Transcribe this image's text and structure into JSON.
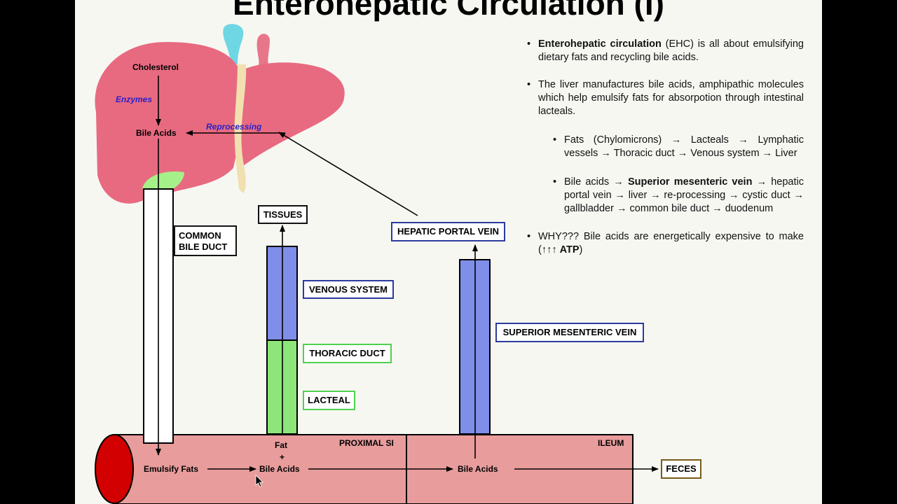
{
  "title": "Enterohepatic Circulation (I)",
  "liver": {
    "cholesterol": "Cholesterol",
    "enzymes": "Enzymes",
    "bile_acids": "Bile Acids",
    "reprocessing": "Reprocessing"
  },
  "labels": {
    "common_bile_duct": "COMMON BILE DUCT",
    "tissues": "TISSUES",
    "venous_system": "VENOUS SYSTEM",
    "thoracic_duct": "THORACIC DUCT",
    "lacteal": "LACTEAL",
    "hepatic_portal_vein": "HEPATIC PORTAL VEIN",
    "superior_mesenteric_vein": "SUPERIOR MESENTERIC VEIN",
    "feces": "FECES"
  },
  "intestine": {
    "proximal_si": "PROXIMAL SI",
    "ileum": "ILEUM",
    "emulsify_fats": "Emulsify Fats",
    "fat": "Fat",
    "plus": "+",
    "bile_acids_1": "Bile Acids",
    "bile_acids_2": "Bile Acids"
  },
  "colors": {
    "liver": "#e86a80",
    "intestine": "#e89c9c",
    "intestine_end": "#d20000",
    "venous": "#7f8ee8",
    "lacteal": "#8ee67a",
    "gallbladder": "#a6f08a",
    "blue_border": "#2b3b9e",
    "green_border": "#4ed14e",
    "feces_border": "#7a5a18",
    "italic_text": "#2a20c8"
  },
  "bullets": [
    {
      "level": 1,
      "pre": "",
      "bold": "Enterohepatic circulation",
      "post": " (EHC) is all about emulsifying dietary fats and recycling bile acids."
    },
    {
      "level": 1,
      "pre": "The liver manufactures bile acids, amphipathic molecules which help emulsify fats for absorpotion through intestinal lacteals.",
      "bold": "",
      "post": ""
    },
    {
      "level": 2,
      "pre": "Fats (Chylomicrons) → Lacteals → Lymphatic vessels → Thoracic duct → Venous system → Liver",
      "bold": "",
      "post": ""
    },
    {
      "level": 2,
      "pre": "Bile acids → ",
      "bold": "Superior mesenteric vein",
      "post": " → hepatic portal vein → liver → re-processing → cystic duct → gallbladder → common bile duct → duodenum"
    },
    {
      "level": 1,
      "pre": "WHY??? Bile acids are energetically expensive to make (↑↑↑ ",
      "bold": "ATP",
      "post": ")"
    }
  ]
}
